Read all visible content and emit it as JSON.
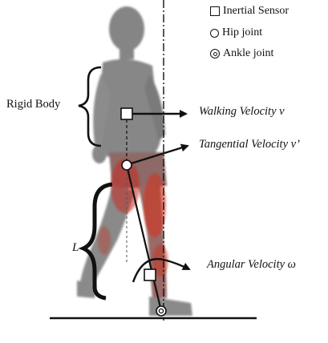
{
  "legend": {
    "inertial_sensor": "Inertial Sensor",
    "hip_joint": "Hip joint",
    "ankle_joint": "Ankle joint"
  },
  "labels": {
    "rigid_body": "Rigid Body",
    "walking_velocity": "Walking Velocity v",
    "tangential_velocity": "Tangential Velocity v’",
    "leg_length": "L",
    "angular_velocity": "Angular Velocity ω"
  },
  "colors": {
    "figure_gray": "#7f7f7f",
    "leg_red": "#c8281e",
    "ink": "#111111"
  }
}
